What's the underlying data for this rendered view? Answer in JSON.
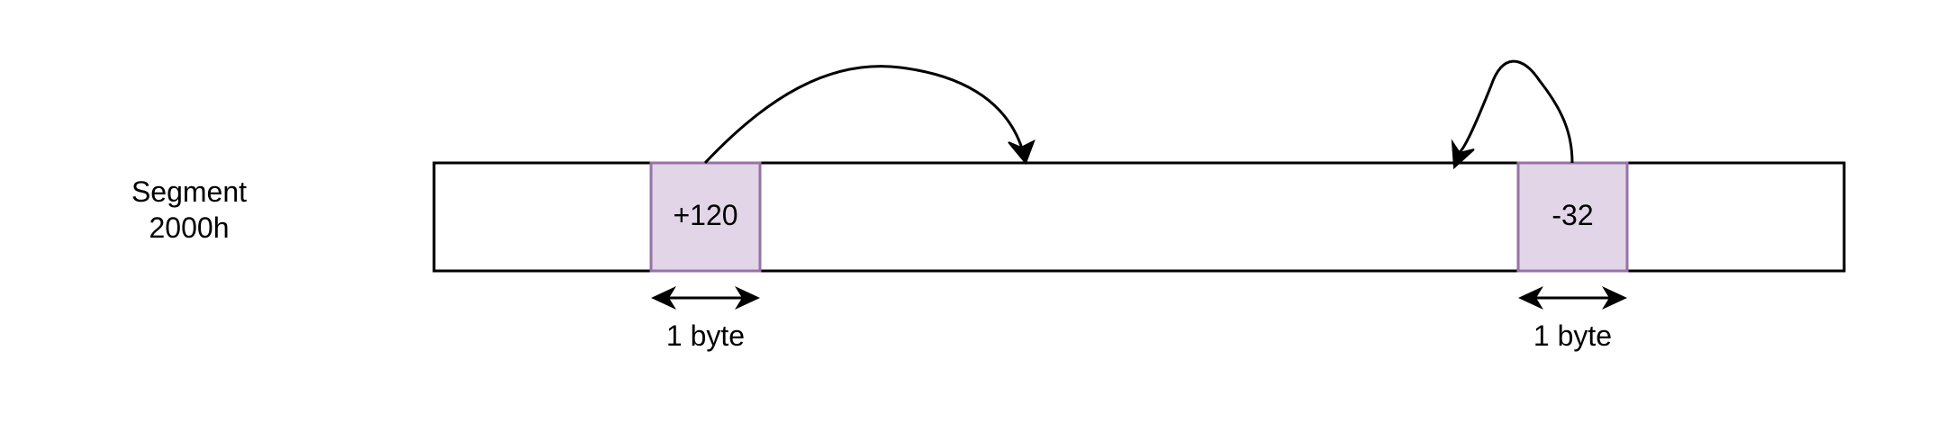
{
  "segment": {
    "name_line1": "Segment",
    "name_line2": "2000h"
  },
  "cells": [
    {
      "value": "+120",
      "size_label": "1 byte"
    },
    {
      "value": "-32",
      "size_label": "1 byte"
    }
  ],
  "colors": {
    "cell_fill": "#e1d5e7",
    "cell_border": "#9673a6",
    "line": "#000000"
  }
}
